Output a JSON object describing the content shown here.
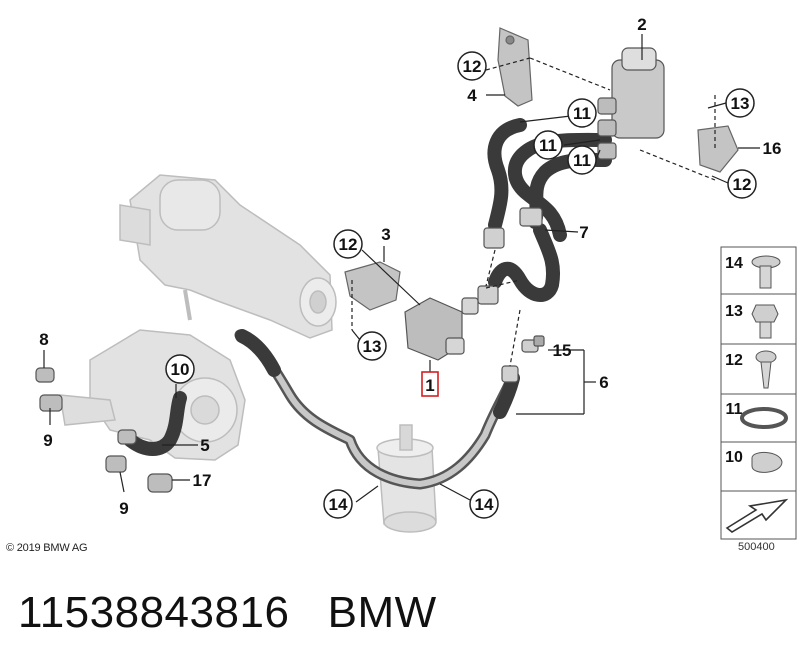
{
  "diagram": {
    "callouts": {
      "c2": "2",
      "c12_top": "12",
      "c4": "4",
      "c11_a": "11",
      "c11_b": "11",
      "c11_c": "11",
      "c13_right": "13",
      "c16": "16",
      "c12_right": "12",
      "c7": "7",
      "c3": "3",
      "c12_mid": "12",
      "c13_mid": "13",
      "c1": "1",
      "c15": "15",
      "c6": "6",
      "c8": "8",
      "c9_a": "9",
      "c10": "10",
      "c5": "5",
      "c17": "17",
      "c9_b": "9",
      "c14_left": "14",
      "c14_right": "14"
    },
    "highlighted_part": "1",
    "legend": [
      "14",
      "13",
      "12",
      "11",
      "10"
    ],
    "copyright": "© 2019 BMW AG",
    "diagram_code": "500400"
  },
  "footer": {
    "part_number": "11538843816",
    "brand": "BMW"
  },
  "colors": {
    "hose": "#3a3a3a",
    "ghost_part": "#d8d8d8",
    "highlight_box": "#d42020",
    "ink": "#111111"
  }
}
